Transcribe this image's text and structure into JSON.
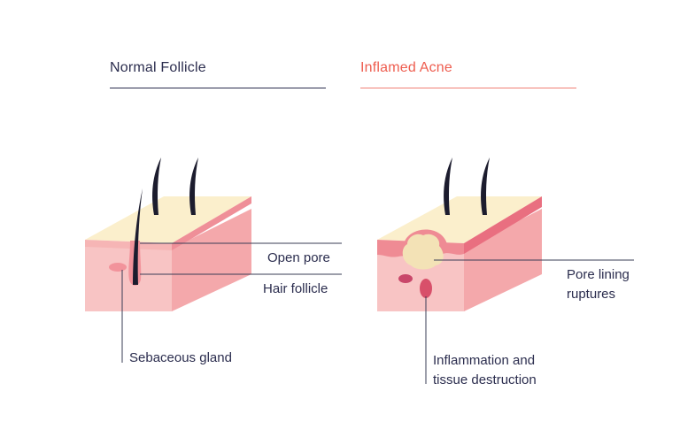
{
  "panels": [
    {
      "title": "Normal Follicle",
      "title_color": "#2b2d4e",
      "rule_color": "#2b2d4e"
    },
    {
      "title": "Inflamed Acne",
      "title_color": "#ee5d4f",
      "rule_color": "#f07f75"
    }
  ],
  "labels": {
    "open_pore": "Open pore",
    "hair_follicle": "Hair follicle",
    "sebaceous_gland": "Sebaceous gland",
    "pore_lining_1": "Pore lining",
    "pore_lining_2": "ruptures",
    "inflammation_1": "Inflammation and",
    "inflammation_2": "tissue destruction"
  },
  "colors": {
    "skin_top": "#fbefcc",
    "skin_front": "#f8c4c4",
    "skin_side": "#f4a8ab",
    "inflamed_layer": "#ef8b94",
    "gland": "#f2939b",
    "hair": "#1c1c2e",
    "pus": "#f3e2b6",
    "blood": "#d8506a",
    "line": "#3a3c56"
  }
}
